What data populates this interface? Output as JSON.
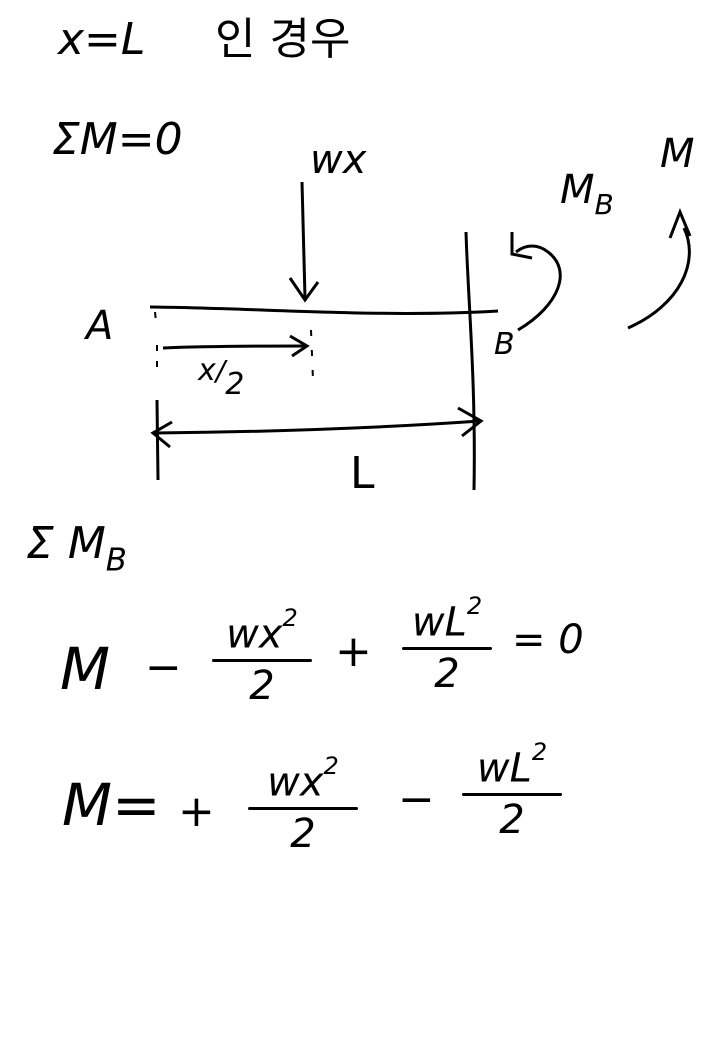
{
  "heading": {
    "condition": "x=L",
    "korean": "인 경우"
  },
  "sum_moment": "ΣM=0",
  "diagram": {
    "load_label": "wx",
    "point_a": "A",
    "point_b": "B",
    "moment_mb_main": "M",
    "moment_mb_sub": "B",
    "moment_m": "M",
    "half_x_num": "x",
    "half_x_den": "2",
    "length": "L"
  },
  "sum_mb": {
    "sigma": "Σ",
    "main": "M",
    "sub": "B"
  },
  "equation1": {
    "lhs": "M",
    "op1": "−",
    "t1_num": "wx",
    "t1_exp": "2",
    "t1_den": "2",
    "op2": "+",
    "t2_num": "wL",
    "t2_exp": "2",
    "t2_den": "2",
    "rhs": "= 0"
  },
  "equation2": {
    "lhs": "M=",
    "op1": "+",
    "t1_num": "wx",
    "t1_exp": "2",
    "t1_den": "2",
    "op2": "−",
    "t2_num": "wL",
    "t2_exp": "2",
    "t2_den": "2"
  }
}
